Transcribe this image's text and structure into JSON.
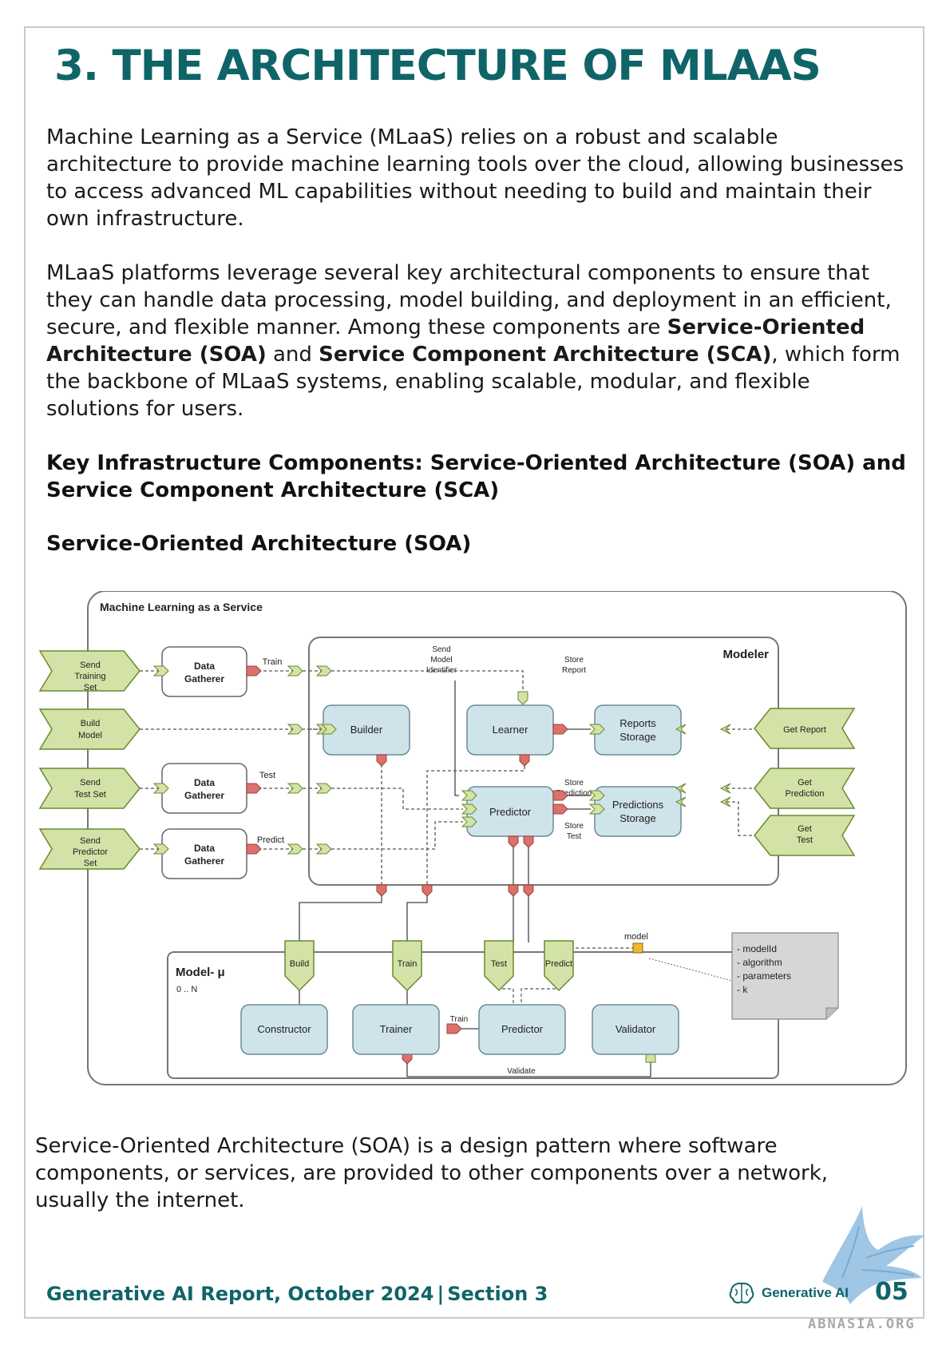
{
  "title": "3. THE ARCHITECTURE OF MLAAS",
  "intro": "Machine Learning as a Service (MLaaS) relies on a robust and scalable architecture to provide machine learning tools over the cloud, allowing businesses to access advanced ML capabilities without needing to build and maintain their own infrastructure.",
  "components": {
    "lead": "MLaaS platforms leverage several key architectural components to ensure that they can handle data processing, model building, and deployment in an efficient, secure, and flexible manner. Among these components are ",
    "soa_bold": "Service-Oriented Architecture (SOA)",
    "and": " and ",
    "sca_bold": "Service Component Architecture (SCA)",
    "tail": ", which form the backbone of MLaaS systems, enabling scalable, modular, and flexible solutions for users."
  },
  "heading_key": "Key Infrastructure Components: Service-Oriented Architecture (SOA) and Service Component Architecture (SCA)",
  "heading_soa": "Service-Oriented Architecture (SOA)",
  "diagram": {
    "container_label": "Machine Learning as a Service",
    "modeler_label": "Modeler",
    "model_mu_label": "Model- μ",
    "model_mu_mult": "0 .. N",
    "inputs": [
      [
        "Send",
        "Training",
        "Set"
      ],
      [
        "Build",
        "Model"
      ],
      [
        "Send",
        "Test Set"
      ],
      [
        "Send",
        "Predictor",
        "Set"
      ]
    ],
    "outputs": [
      [
        "Get Report"
      ],
      [
        "Get",
        "Prediction"
      ],
      [
        "Get",
        "Test"
      ]
    ],
    "gatherers": [
      [
        "Data",
        "Gatherer"
      ],
      [
        "Data",
        "Gatherer"
      ],
      [
        "Data",
        "Gatherer"
      ]
    ],
    "gatherer_labels": [
      "Train",
      "Test",
      "Predict"
    ],
    "builder": "Builder",
    "learner": "Learner",
    "reports_storage": [
      "Reports",
      "Storage"
    ],
    "predictor": "Predictor",
    "predictions_storage": [
      "Predictions",
      "Storage"
    ],
    "send_model_identifier": [
      "Send",
      "Model",
      "Identifier"
    ],
    "store_report": [
      "Store",
      "Report"
    ],
    "store_prediction": [
      "Store",
      "Prediction"
    ],
    "store_test": [
      "Store",
      "Test"
    ],
    "model_ports": [
      "Build",
      "Train",
      "Test",
      "Predict"
    ],
    "model_label": "model",
    "constructor": "Constructor",
    "trainer": "Trainer",
    "inner_predictor": "Predictor",
    "validator": "Validator",
    "train_label": "Train",
    "validate_label": "Validate",
    "note": [
      "- modelId",
      "- algorithm",
      "- parameters",
      "- k"
    ]
  },
  "soa_description": "Service-Oriented Architecture (SOA) is a design pattern where software components, or services, are provided to other components over a network, usually the internet.",
  "footer": {
    "report": "Generative AI Report, October 2024",
    "separator": "|",
    "section": "Section 3",
    "brand": "Generative AI",
    "page": "05",
    "watermark": "ABNASIA.ORG"
  },
  "colors": {
    "accent": "#0f6468",
    "component_fill": "#cfe3ea",
    "port_green": "#d3e2a6",
    "port_red": "#d9726c",
    "note_fill": "#d6d6d6"
  }
}
